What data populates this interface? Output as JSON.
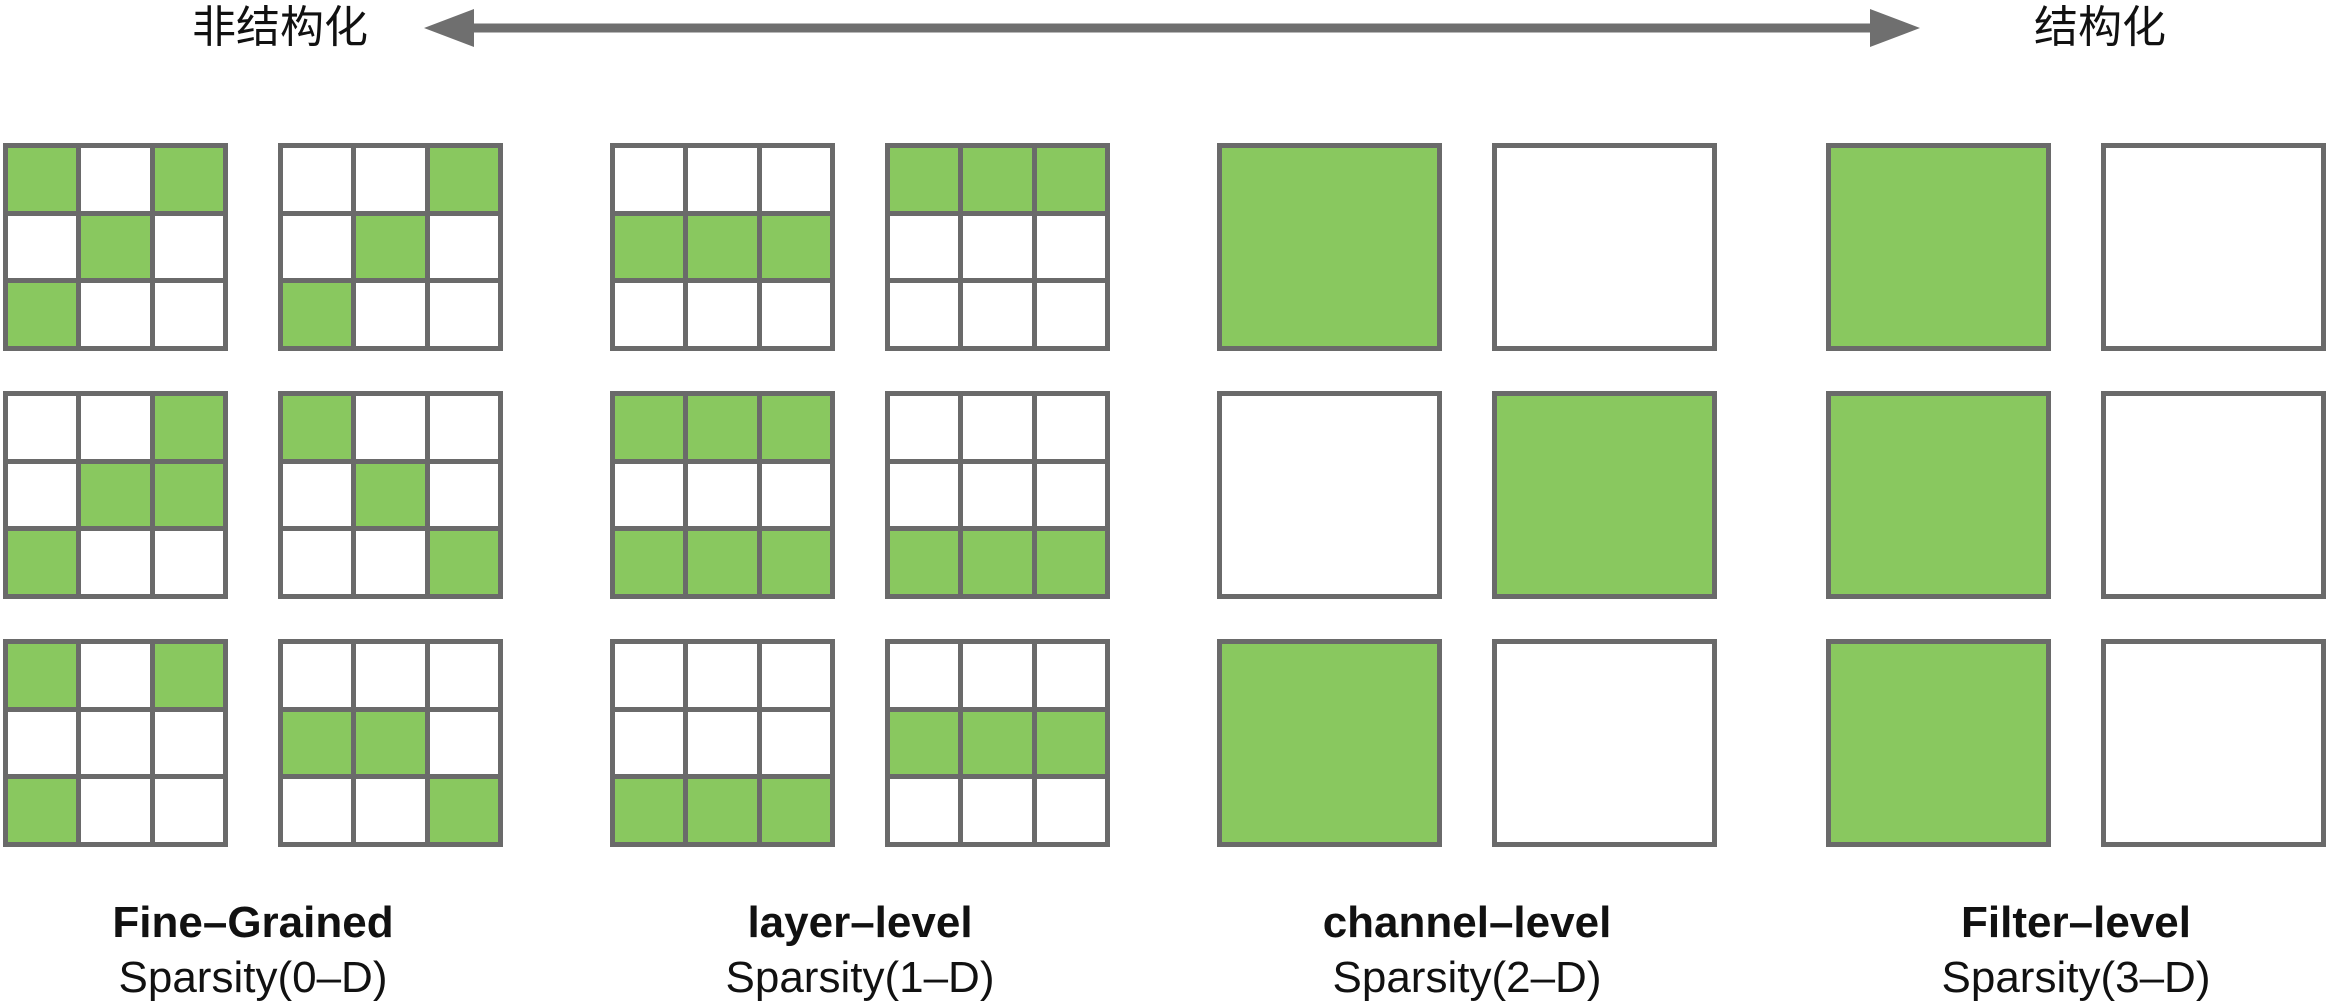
{
  "header": {
    "left_label": "非结构化",
    "right_label": "结构化",
    "arrow_icon": "double-headed-arrow"
  },
  "colors": {
    "filled": "#89C85F",
    "empty": "#FFFFFF",
    "grid_line": "#6A6A6A",
    "arrow": "#6F6F6F",
    "text": "#111111"
  },
  "groups": [
    {
      "id": "fine-grained",
      "title": "Fine–Grained",
      "subtitle": "Sparsity(0–D)",
      "rows": [
        [
          [
            [
              1,
              0,
              1
            ],
            [
              0,
              1,
              0
            ],
            [
              1,
              0,
              0
            ]
          ],
          [
            [
              0,
              0,
              1
            ],
            [
              0,
              1,
              0
            ],
            [
              1,
              0,
              0
            ]
          ]
        ],
        [
          [
            [
              0,
              0,
              1
            ],
            [
              0,
              1,
              1
            ],
            [
              1,
              0,
              0
            ]
          ],
          [
            [
              1,
              0,
              0
            ],
            [
              0,
              1,
              0
            ],
            [
              0,
              0,
              1
            ]
          ]
        ],
        [
          [
            [
              1,
              0,
              1
            ],
            [
              0,
              0,
              0
            ],
            [
              1,
              0,
              0
            ]
          ],
          [
            [
              0,
              0,
              0
            ],
            [
              1,
              1,
              0
            ],
            [
              0,
              0,
              1
            ]
          ]
        ]
      ]
    },
    {
      "id": "layer-level",
      "title": "layer–level",
      "subtitle": "Sparsity(1–D)",
      "rows": [
        [
          [
            [
              0,
              0,
              0
            ],
            [
              1,
              1,
              1
            ],
            [
              0,
              0,
              0
            ]
          ],
          [
            [
              1,
              1,
              1
            ],
            [
              0,
              0,
              0
            ],
            [
              0,
              0,
              0
            ]
          ]
        ],
        [
          [
            [
              1,
              1,
              1
            ],
            [
              0,
              0,
              0
            ],
            [
              1,
              1,
              1
            ]
          ],
          [
            [
              0,
              0,
              0
            ],
            [
              0,
              0,
              0
            ],
            [
              1,
              1,
              1
            ]
          ]
        ],
        [
          [
            [
              0,
              0,
              0
            ],
            [
              0,
              0,
              0
            ],
            [
              1,
              1,
              1
            ]
          ],
          [
            [
              0,
              0,
              0
            ],
            [
              1,
              1,
              1
            ],
            [
              0,
              0,
              0
            ]
          ]
        ]
      ]
    },
    {
      "id": "channel-level",
      "title": "channel–level",
      "subtitle": "Sparsity(2–D)",
      "rows": [
        [
          [
            [
              1
            ]
          ],
          [
            [
              0
            ]
          ]
        ],
        [
          [
            [
              0
            ]
          ],
          [
            [
              1
            ]
          ]
        ],
        [
          [
            [
              1
            ]
          ],
          [
            [
              0
            ]
          ]
        ]
      ]
    },
    {
      "id": "filter-level",
      "title": "Filter–level",
      "subtitle": "Sparsity(3–D)",
      "rows": [
        [
          [
            [
              1
            ]
          ],
          [
            [
              0
            ]
          ]
        ],
        [
          [
            [
              1
            ]
          ],
          [
            [
              0
            ]
          ]
        ],
        [
          [
            [
              1
            ]
          ],
          [
            [
              0
            ]
          ]
        ]
      ]
    }
  ]
}
